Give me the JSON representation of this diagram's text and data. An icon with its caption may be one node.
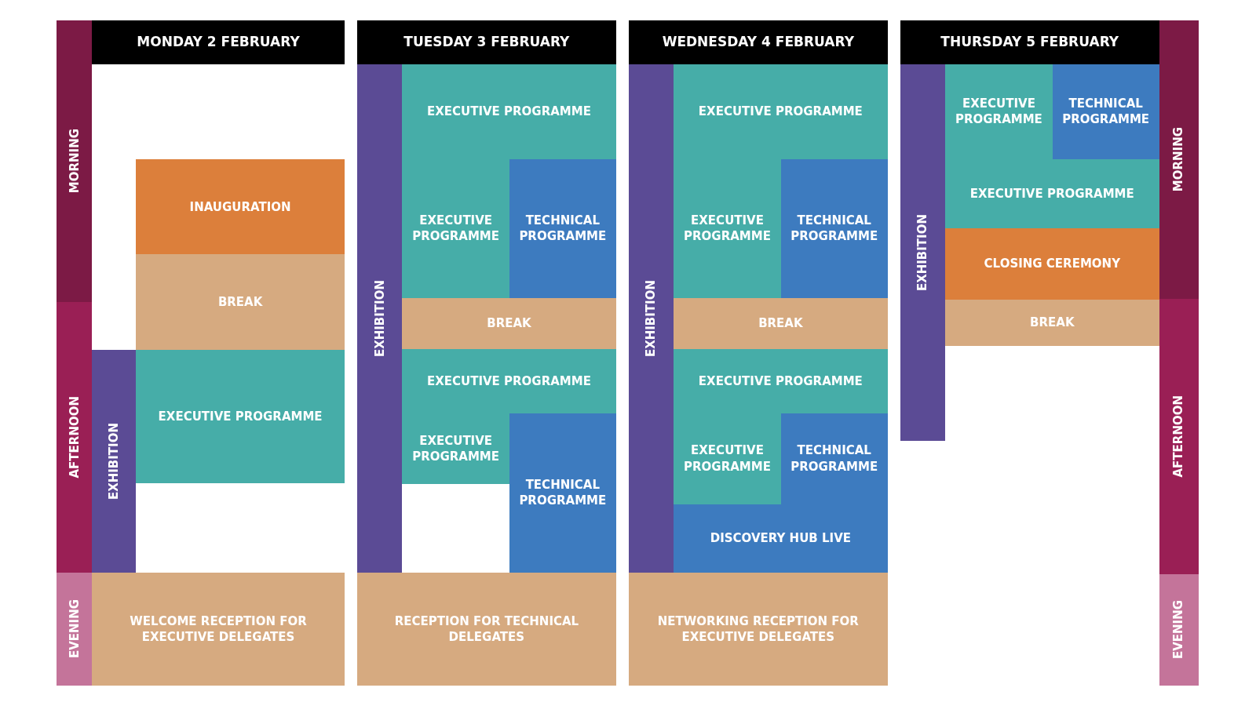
{
  "diagram": {
    "nodes": [
      {
        "text": [
          "MORNING"
        ]
      },
      {
        "text": [
          "AFTERNOON"
        ]
      },
      {
        "text": [
          "EVENING"
        ]
      },
      {
        "text": [
          "MONDAY 2 FEBRUARY"
        ]
      },
      {
        "text": [
          "INAUGURATION"
        ]
      },
      {
        "text": [
          "BREAK"
        ]
      },
      {
        "text": [
          "EXHIBITION"
        ]
      },
      {
        "text": [
          "EXECUTIVE PROGRAMME"
        ]
      },
      {
        "text": [
          "WELCOME RECEPTION FOR EXECUTIVE DELEGATES"
        ]
      },
      {
        "text": [
          "TUESDAY 3 FEBRUARY"
        ]
      },
      {
        "text": [
          "EXHIBITION"
        ]
      },
      {
        "text": [
          "EXECUTIVE PROGRAMME"
        ]
      },
      {
        "text": [
          "EXECUTIVE PROGRAMME"
        ]
      },
      {
        "text": [
          "TECHNICAL PROGRAMME"
        ]
      },
      {
        "text": [
          "BREAK"
        ]
      },
      {
        "text": [
          "EXECUTIVE PROGRAMME"
        ]
      },
      {
        "text": [
          "EXECUTIVE PROGRAMME"
        ]
      },
      {
        "text": [
          "TECHNICAL PROGRAMME"
        ]
      },
      {
        "text": [
          "RECEPTION FOR TECHNICAL DELEGATES"
        ]
      },
      {
        "text": [
          "WEDNESDAY 4 FEBRUARY"
        ]
      },
      {
        "text": [
          "EXHIBITION"
        ]
      },
      {
        "text": [
          "EXECUTIVE PROGRAMME"
        ]
      },
      {
        "text": [
          "EXECUTIVE PROGRAMME"
        ]
      },
      {
        "text": [
          "TECHNICAL PROGRAMME"
        ]
      },
      {
        "text": [
          "BREAK"
        ]
      },
      {
        "text": [
          "EXECUTIVE PROGRAMME"
        ]
      },
      {
        "text": [
          "EXECUTIVE PROGRAMME"
        ]
      },
      {
        "text": [
          "TECHNICAL PROGRAMME"
        ]
      },
      {
        "text": [
          "DISCOVERY HUB LIVE"
        ]
      },
      {
        "text": [
          "NETWORKING RECEPTION FOR EXECUTIVE DELEGATES"
        ]
      },
      {
        "text": [
          "THURSDAY 5 FEBRUARY"
        ]
      },
      {
        "text": [
          "EXHIBITION"
        ]
      },
      {
        "text": [
          "EXECUTIVE PROGRAMME"
        ]
      },
      {
        "text": [
          "TECHNICAL PROGRAMME"
        ]
      },
      {
        "text": [
          "EXECUTIVE PROGRAMME"
        ]
      },
      {
        "text": [
          "CLOSING CEREMONY"
        ]
      },
      {
        "text": [
          "BREAK"
        ]
      },
      {
        "text": [
          "MORNING"
        ]
      },
      {
        "text": [
          "AFTERNOON"
        ]
      },
      {
        "text": [
          "EVENING"
        ]
      }
    ]
  }
}
